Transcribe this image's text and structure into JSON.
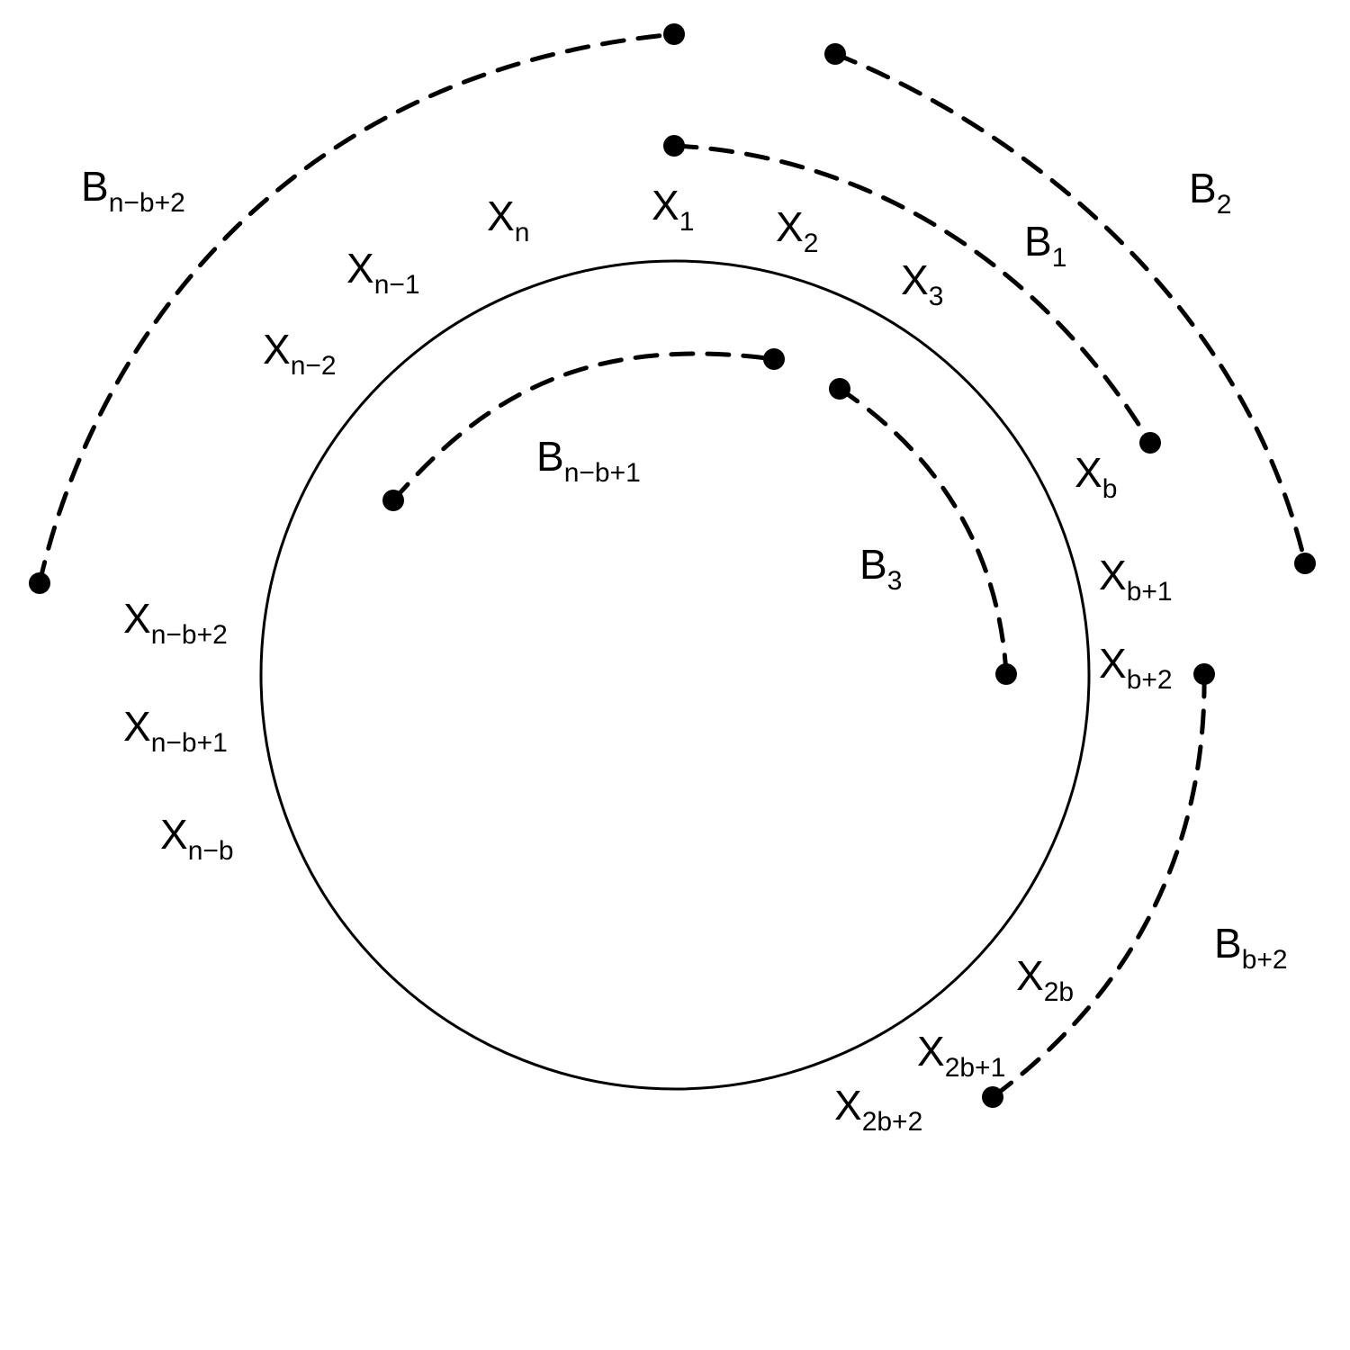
{
  "diagram": {
    "x_labels": [
      {
        "base": "X",
        "sub": "1"
      },
      {
        "base": "X",
        "sub": "2"
      },
      {
        "base": "X",
        "sub": "3"
      },
      {
        "base": "X",
        "sub": "b"
      },
      {
        "base": "X",
        "sub": "b+1"
      },
      {
        "base": "X",
        "sub": "b+2"
      },
      {
        "base": "X",
        "sub": "2b"
      },
      {
        "base": "X",
        "sub": "2b+1"
      },
      {
        "base": "X",
        "sub": "2b+2"
      },
      {
        "base": "X",
        "sub": "n"
      },
      {
        "base": "X",
        "sub": "n−1"
      },
      {
        "base": "X",
        "sub": "n−2"
      },
      {
        "base": "X",
        "sub": "n−b+2"
      },
      {
        "base": "X",
        "sub": "n−b+1"
      },
      {
        "base": "X",
        "sub": "n−b"
      }
    ],
    "b_labels": [
      {
        "base": "B",
        "sub": "1"
      },
      {
        "base": "B",
        "sub": "2"
      },
      {
        "base": "B",
        "sub": "3"
      },
      {
        "base": "B",
        "sub": "b+2"
      },
      {
        "base": "B",
        "sub": "n−b+1"
      },
      {
        "base": "B",
        "sub": "n−b+2"
      }
    ]
  }
}
